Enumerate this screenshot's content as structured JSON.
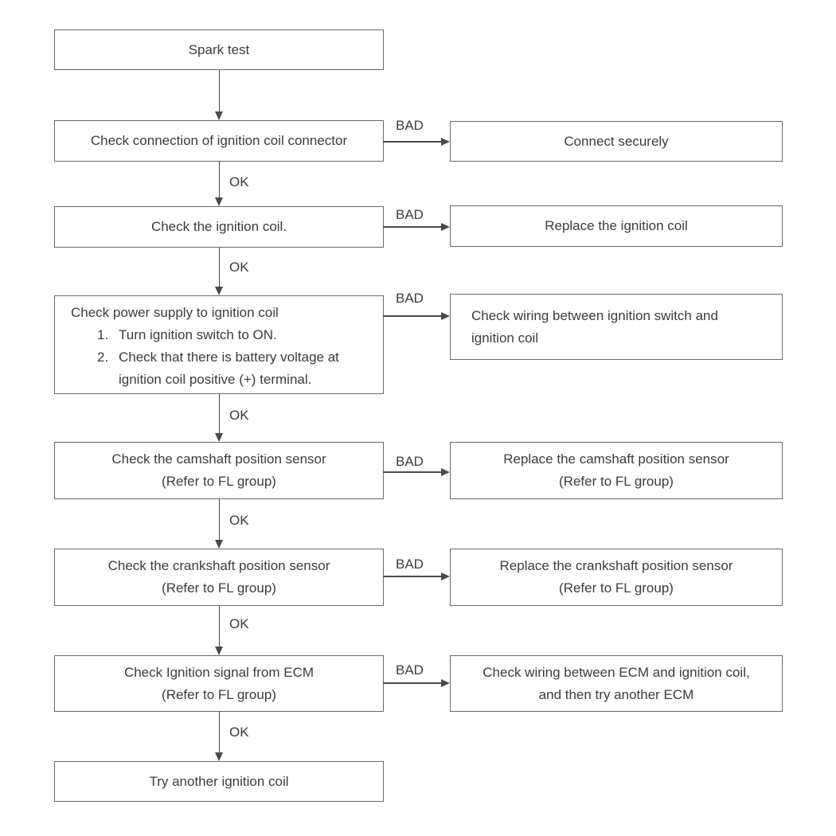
{
  "labels": {
    "ok": "OK",
    "bad": "BAD"
  },
  "colors": {
    "background": "#ffffff",
    "text": "#3c3c3c",
    "box_border": "#6a6a6a",
    "arrow": "#4a4a4a"
  },
  "nodes": {
    "spark_test": {
      "text": "Spark test"
    },
    "check_connection": {
      "text": "Check connection of ignition coil connector"
    },
    "connect_securely": {
      "text": "Connect securely"
    },
    "check_ignition_coil": {
      "text": "Check the ignition coil."
    },
    "replace_ignition_coil": {
      "text": "Replace the ignition coil"
    },
    "check_power_supply": {
      "title": "Check power supply to ignition coil",
      "item1_num": "1.",
      "item1_text": "Turn ignition switch to ON.",
      "item2_num": "2.",
      "item2_text": "Check that there is battery voltage at ignition coil positive (+) terminal."
    },
    "check_wiring_switch": {
      "line1": "Check wiring between ignition switch and",
      "line2": "ignition coil"
    },
    "check_camshaft": {
      "line1": "Check the camshaft position sensor",
      "line2": "(Refer to FL group)"
    },
    "replace_camshaft": {
      "line1": "Replace the camshaft position sensor",
      "line2": "(Refer to FL group)"
    },
    "check_crankshaft": {
      "line1": "Check the crankshaft position sensor",
      "line2": "(Refer to FL group)"
    },
    "replace_crankshaft": {
      "line1": "Replace the crankshaft position sensor",
      "line2": "(Refer to FL group)"
    },
    "check_ecm_signal": {
      "line1": "Check Ignition signal from ECM",
      "line2": "(Refer to FL group)"
    },
    "check_wiring_ecm": {
      "line1": "Check wiring between ECM and ignition coil,",
      "line2": "and then try another ECM"
    },
    "try_another_coil": {
      "text": "Try another ignition coil"
    }
  }
}
